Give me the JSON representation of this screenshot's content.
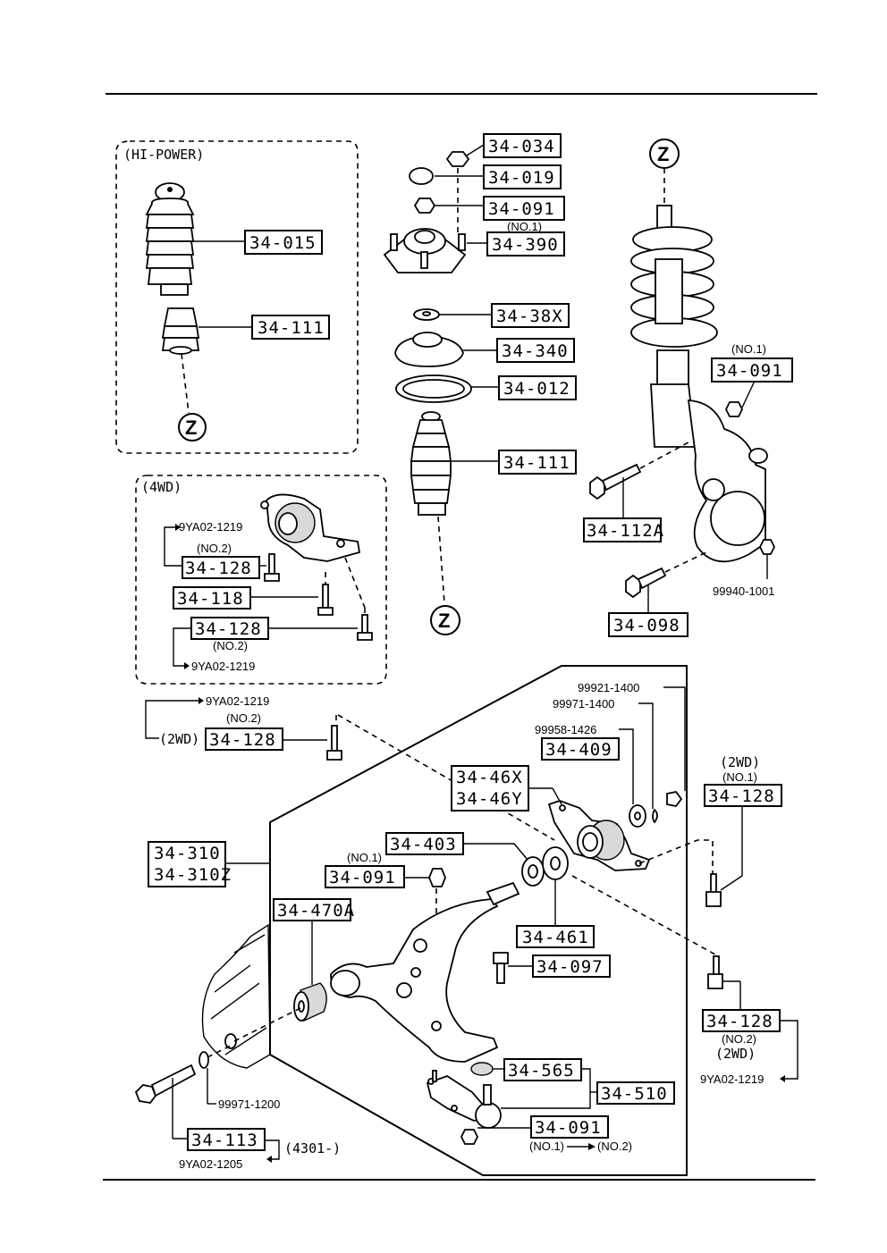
{
  "groups": {
    "hi_power": "(HI-POWER)",
    "fwd": "(4WD)"
  },
  "zmark": "Z",
  "labels": {
    "p34_034": "34-034",
    "p34_019": "34-019",
    "p34_091_top": "34-091",
    "p34_091_top_note": "(NO.1)",
    "p34_390": "34-390",
    "p34_38x": "34-38X",
    "p34_340": "34-340",
    "p34_012": "34-012",
    "p34_111_center": "34-111",
    "p34_015": "34-015",
    "p34_111_left": "34-111",
    "p34_091_right_note": "(NO.1)",
    "p34_091_right": "34-091",
    "p34_112a": "34-112A",
    "p99940_1001": "99940-1001",
    "p34_098": "34-098",
    "p9ya02_1219_4wd_a": "9YA02-1219",
    "p34_128_4wd_a_note": "(NO.2)",
    "p34_128_4wd_a": "34-128",
    "p34_118": "34-118",
    "p34_128_4wd_b": "34-128",
    "p34_128_4wd_b_note": "(NO.2)",
    "p9ya02_1219_4wd_b": "9YA02-1219",
    "p9ya02_1219_2wd": "9YA02-1219",
    "p34_128_2wd_note": "(NO.2)",
    "p34_128_2wd_prefix": "(2WD)",
    "p34_128_2wd": "34-128",
    "p99921_1400": "99921-1400",
    "p99971_1400": "99971-1400",
    "p99958_1426": "99958-1426",
    "p34_409": "34-409",
    "p34_46x": "34-46X",
    "p34_46y": "34-46Y",
    "p2wd_right_a": "(2WD)",
    "p34_128_right_a_note": "(NO.1)",
    "p34_128_right_a": "34-128",
    "p34_310": "34-310",
    "p34_310z": "34-310Z",
    "p34_403": "34-403",
    "p34_091_mid_note": "(NO.1)",
    "p34_091_mid": "34-091",
    "p34_470a": "34-470A",
    "p34_461": "34-461",
    "p34_097": "34-097",
    "p34_128_right_b": "34-128",
    "p34_128_right_b_note": "(NO.2)",
    "p2wd_right_b": "(2WD)",
    "p9ya02_1219_right": "9YA02-1219",
    "p34_565": "34-565",
    "p34_510": "34-510",
    "p99971_1200": "99971-1200",
    "p34_091_bottom": "34-091",
    "p34_091_bottom_note1": "(NO.1)",
    "p34_091_bottom_note2": "(NO.2)",
    "p34_113": "34-113",
    "p4301": "(4301-)",
    "p9ya02_1205": "9YA02-1205"
  }
}
